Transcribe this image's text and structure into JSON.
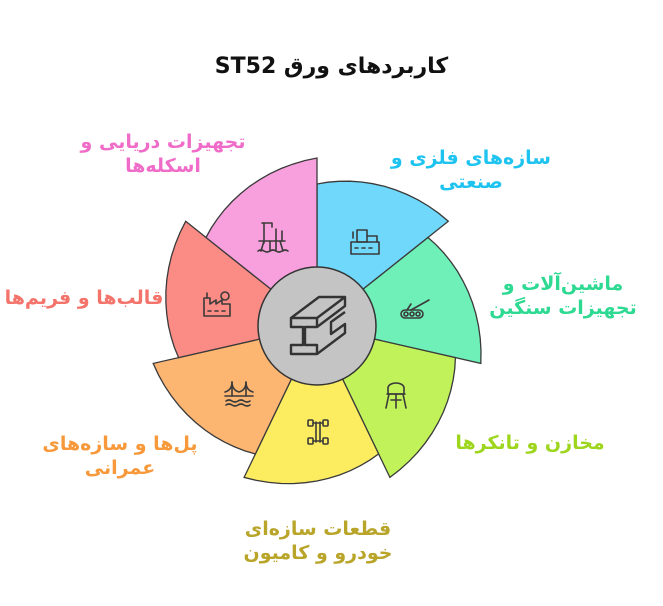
{
  "title": "کاربردهای ورق ST52",
  "segments": [
    {
      "id": "industrial",
      "lines": [
        "سازه‌های فلزی و",
        "صنعتی"
      ],
      "color": "#6fd8fb",
      "text_color": "#1ec3f0",
      "icon": "factory-icon"
    },
    {
      "id": "machinery",
      "lines": [
        "ماشین‌آلات و",
        "تجهیزات سنگین"
      ],
      "color": "#6ff0b8",
      "text_color": "#2ed992",
      "icon": "cannon-machine-icon"
    },
    {
      "id": "tanks",
      "lines": [
        "مخازن و تانکرها"
      ],
      "color": "#c2f25a",
      "text_color": "#9ed61d",
      "icon": "water-tower-icon"
    },
    {
      "id": "automotive",
      "lines": [
        "قطعات سازه‌ای",
        "خودرو و کامیون"
      ],
      "color": "#fbec60",
      "text_color": "#b8a52a",
      "icon": "chassis-icon"
    },
    {
      "id": "bridges",
      "lines": [
        "پل‌ها و سازه‌های",
        "عمرانی"
      ],
      "color": "#fdb572",
      "text_color": "#f7993a",
      "icon": "bridge-icon"
    },
    {
      "id": "molds",
      "lines": [
        "قالب‌ها و فریم‌ها"
      ],
      "color": "#fb8b85",
      "text_color": "#f4736b",
      "icon": "mold-factory-icon"
    },
    {
      "id": "marine",
      "lines": [
        "تجهیزات دریایی و",
        "اسکله‌ها"
      ],
      "color": "#f8a0dd",
      "text_color": "#ef6dc8",
      "icon": "oil-platform-icon"
    }
  ],
  "center_icon": "steel-beam-icon",
  "center_color": "#c4c4c4"
}
